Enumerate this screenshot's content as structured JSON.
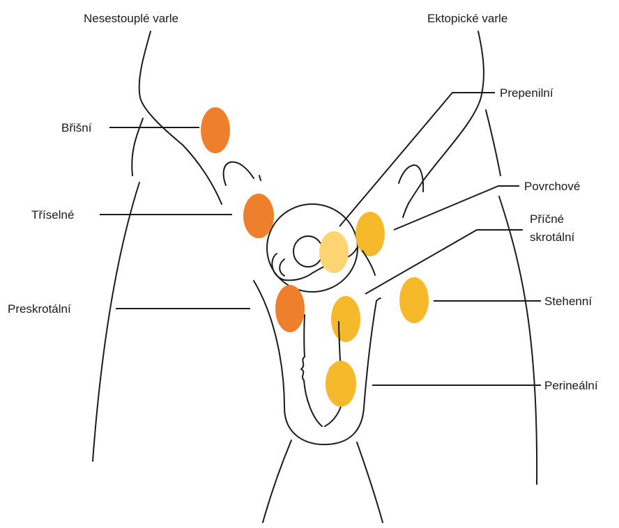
{
  "headings": {
    "undescended": "Nesestouplé varle",
    "ectopic": "Ektopické varle"
  },
  "labels": {
    "abdominal": "Břišní",
    "inguinal": "Tříselné",
    "prescrotal": "Preskrotální",
    "prepenile": "Prepenilní",
    "superficial": "Povrchové",
    "transverse_line1": "Příčné",
    "transverse_line2": "skrotální",
    "femoral": "Stehenní",
    "perineal": "Perineální"
  },
  "colors": {
    "undescended": "#EE7F2D",
    "ectopic": "#F6B92B",
    "prepenile": "#FCD572",
    "outline": "#1a1a1a"
  }
}
